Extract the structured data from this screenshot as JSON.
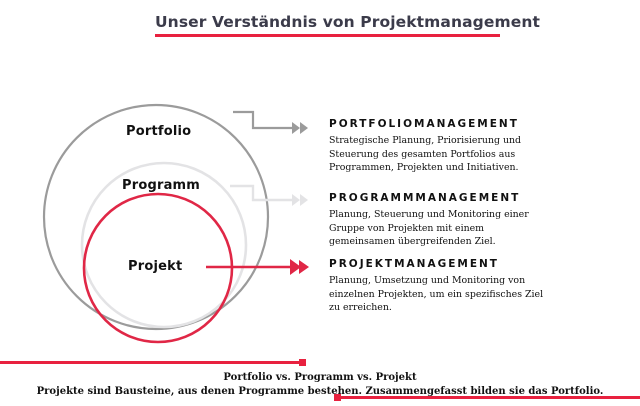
{
  "title": {
    "text": "Unser Verständnis von Projektmanagement",
    "rule_color": "#e8213f"
  },
  "diagram": {
    "rings": [
      {
        "label": "Portfolio",
        "color": "#9b9b9b",
        "icon": "outer-circle-icon"
      },
      {
        "label": "Programm",
        "color": "#e3e3e5",
        "icon": "middle-circle-icon"
      },
      {
        "label": "Projekt",
        "color": "#e02746",
        "icon": "inner-circle-icon"
      }
    ],
    "connectors": [
      {
        "name": "portfolio-arrow",
        "color": "#9b9b9b"
      },
      {
        "name": "programm-arrow",
        "color": "#e3e3e5"
      },
      {
        "name": "projekt-arrow",
        "color": "#e02746"
      }
    ]
  },
  "info_blocks": [
    {
      "heading": "PORTFOLIOMANAGEMENT",
      "body": "Strategische Planung, Priorisierung und Steuerung des gesamten Portfolios aus Programmen, Projekten und Initiativen."
    },
    {
      "heading": "PROGRAMMMANAGEMENT",
      "body": "Planung, Steuerung und Monitoring einer Gruppe von Projekten mit einem gemeinsamen übergreifenden Ziel."
    },
    {
      "heading": "PROJEKTMANAGEMENT",
      "body": "Planung, Umsetzung und Monitoring von einzelnen Projekten, um ein spezifisches Ziel zu erreichen."
    }
  ],
  "footer": {
    "line1": "Portfolio vs. Programm vs. Projekt",
    "line2": "Projekte sind Bausteine, aus denen Programme bestehen. Zusammengefasst bilden sie das Portfolio.",
    "rule_color": "#e8213f"
  }
}
